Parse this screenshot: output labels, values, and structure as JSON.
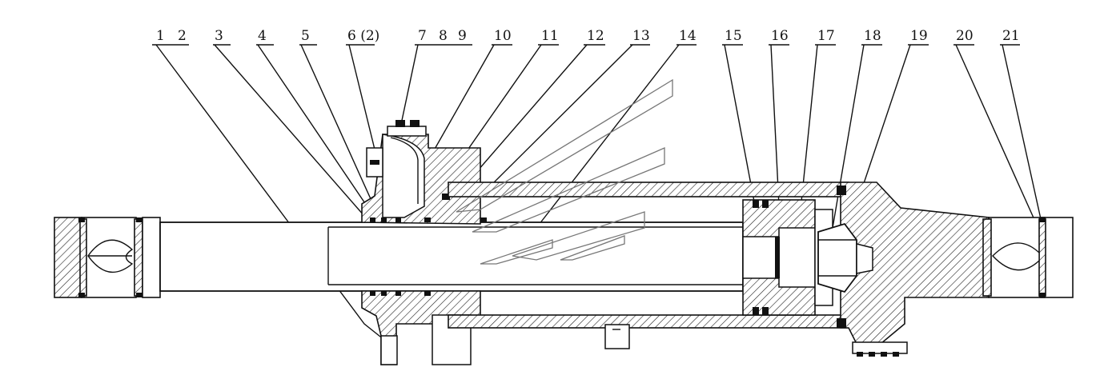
{
  "callouts": [
    {
      "id": "c1",
      "text": "1"
    },
    {
      "id": "c2",
      "text": "2"
    },
    {
      "id": "c3",
      "text": "3"
    },
    {
      "id": "c4",
      "text": "4"
    },
    {
      "id": "c5",
      "text": "5"
    },
    {
      "id": "c6",
      "text": "6 (2)"
    },
    {
      "id": "c7",
      "text": "7"
    },
    {
      "id": "c8",
      "text": "8"
    },
    {
      "id": "c9",
      "text": "9"
    },
    {
      "id": "c10",
      "text": "10"
    },
    {
      "id": "c11",
      "text": "11"
    },
    {
      "id": "c12",
      "text": "12"
    },
    {
      "id": "c13",
      "text": "13"
    },
    {
      "id": "c14",
      "text": "14"
    },
    {
      "id": "c15",
      "text": "15"
    },
    {
      "id": "c16",
      "text": "16"
    },
    {
      "id": "c17",
      "text": "17"
    },
    {
      "id": "c18",
      "text": "18"
    },
    {
      "id": "c19",
      "text": "19"
    },
    {
      "id": "c20",
      "text": "20"
    },
    {
      "id": "c21",
      "text": "21"
    }
  ]
}
